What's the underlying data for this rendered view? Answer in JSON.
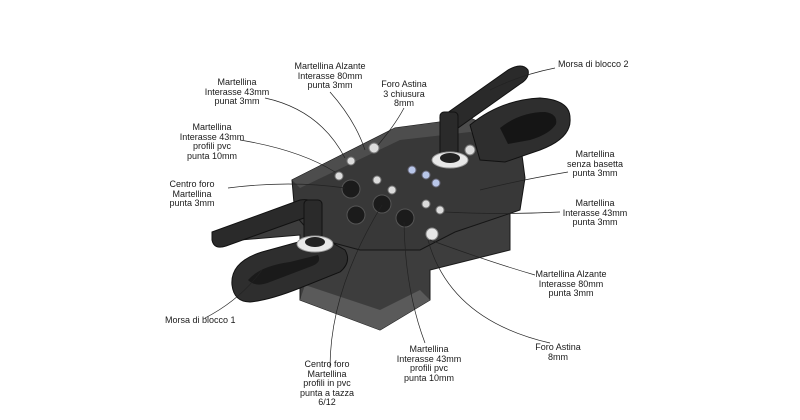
{
  "labels": {
    "morsa_blocco_2": [
      "Morsa di blocco 2"
    ],
    "martellina_alzante_top": [
      "Martellina Alzante",
      "Interasse 80mm",
      "punta 3mm"
    ],
    "foro_astina_3": [
      "Foro Astina",
      "3 chiusura",
      "8mm"
    ],
    "martellina_43_punat": [
      "Martellina",
      "Interasse 43mm",
      "punat 3mm"
    ],
    "martellina_43_pvc_left": [
      "Martellina",
      "Interasse 43mm",
      "profili  pvc",
      "punta 10mm"
    ],
    "centro_foro_left": [
      "Centro foro",
      "Martellina",
      "punta 3mm"
    ],
    "martellina_senza_basetta": [
      "Martellina",
      "senza basetta",
      "punta 3mm"
    ],
    "martellina_43_right": [
      "Martellina",
      "Interasse 43mm",
      "punta 3mm"
    ],
    "martellina_alzante_bottom": [
      "Martellina Alzante",
      "Interasse 80mm",
      "punta 3mm"
    ],
    "foro_astina_8": [
      "Foro Astina",
      "8mm"
    ],
    "martellina_43_pvc_bottom": [
      "Martellina",
      "Interasse 43mm",
      "profili  pvc",
      "punta 10mm"
    ],
    "centro_foro_pvc": [
      "Centro foro",
      "Martellina",
      "profili in pvc",
      "punta a tazza",
      "6/12"
    ],
    "morsa_blocco_1": [
      "Morsa di blocco 1"
    ]
  },
  "colors": {
    "body_dark": "#2b2b2b",
    "body_mid": "#3a3a3a",
    "body_light": "#555555",
    "hole_ring": "#e6e6e6",
    "hole_blue": "#b8c6e8",
    "leader": "#222222"
  }
}
